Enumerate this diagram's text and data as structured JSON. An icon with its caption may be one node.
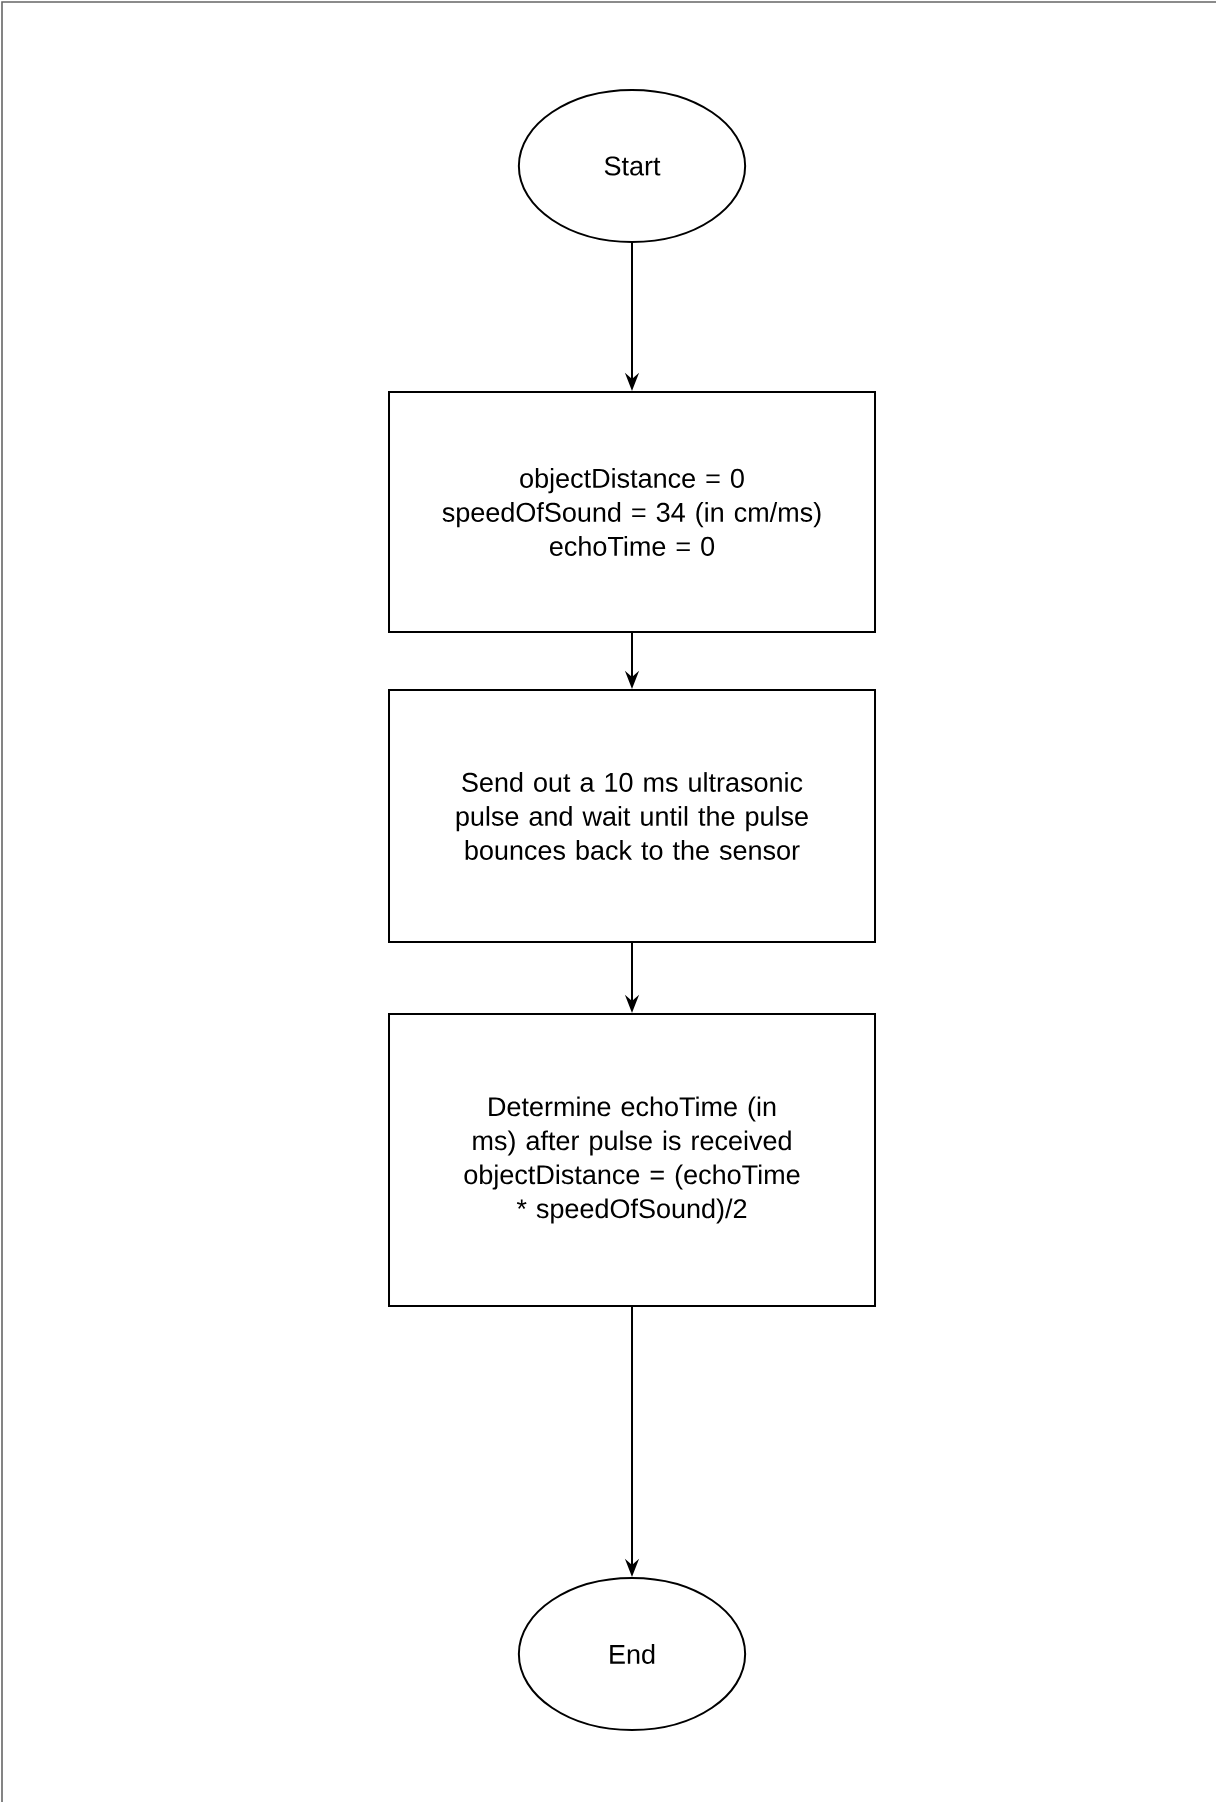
{
  "diagram": {
    "nodes": [
      {
        "text": [
          "Start"
        ]
      },
      {
        "text": [
          "objectDistance = 0",
          "speedOfSound = 34 (in cm/ms)",
          "echoTime = 0"
        ]
      },
      {
        "text": [
          "Send out a 10 ms ultrasonic pulse and wait until the pulse bounces back to the sensor"
        ]
      },
      {
        "text": [
          "Determine echoTime (in ms) after pulse is received",
          "objectDistance = (echoTime * speedOfSound)/2"
        ]
      },
      {
        "text": [
          "End"
        ]
      }
    ],
    "edges": [
      {
        "from": 0,
        "to": 1,
        "arrow": "to"
      },
      {
        "from": 1,
        "to": 2,
        "arrow": "to"
      },
      {
        "from": 2,
        "to": 3,
        "arrow": "to"
      },
      {
        "from": 3,
        "to": 4,
        "arrow": "to"
      }
    ]
  }
}
